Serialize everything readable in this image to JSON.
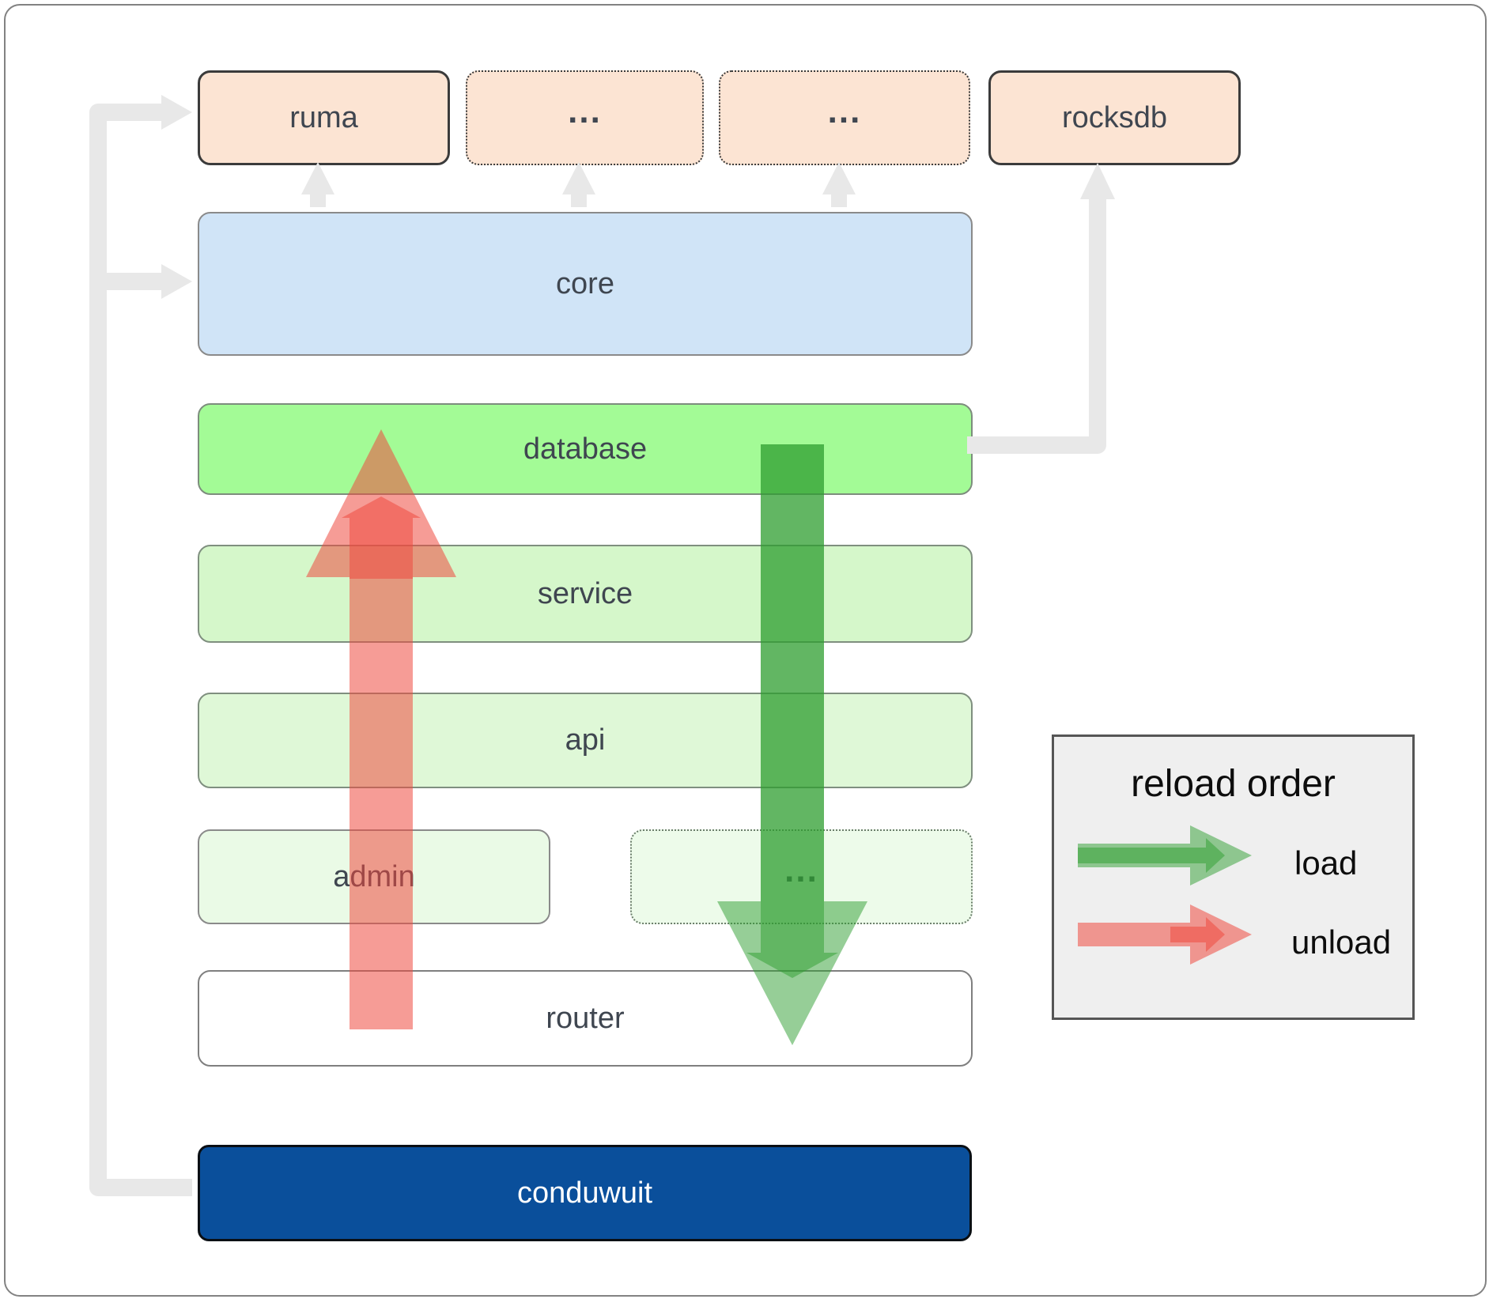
{
  "page": {
    "background": "#ffffff",
    "border_color": "#828282"
  },
  "colors": {
    "dependency_fill": "#fce4d3",
    "core_fill": "#d0e4f7",
    "database_fill": "#a3fb96",
    "service_fill": "#d5f7ca",
    "api_fill": "#dff8d7",
    "admin_fill": "#eafae6",
    "admin_ellipsis_fill": "#edfbea",
    "router_fill": "#ffffff",
    "conduwuit_fill": "#0a4f9b",
    "legend_fill": "#efefef",
    "connector_gray": "#e8e8e8",
    "load_arrow_green": "#2e9e30",
    "unload_arrow_red": "#ee4b40",
    "label_color": "#3f4650"
  },
  "boxes": {
    "ruma": {
      "label": "ruma"
    },
    "top_ellipsis_1": {
      "label": "..."
    },
    "top_ellipsis_2": {
      "label": "..."
    },
    "rocksdb": {
      "label": "rocksdb"
    },
    "core": {
      "label": "core"
    },
    "database": {
      "label": "database"
    },
    "service": {
      "label": "service"
    },
    "api": {
      "label": "api"
    },
    "admin": {
      "label": "admin"
    },
    "admin_ellipsis": {
      "label": "..."
    },
    "router": {
      "label": "router"
    },
    "conduwuit": {
      "label": "conduwuit"
    }
  },
  "legend": {
    "title": "reload order",
    "items": [
      {
        "label": "load",
        "color": "#2e9e30"
      },
      {
        "label": "unload",
        "color": "#ee4b40"
      }
    ]
  }
}
